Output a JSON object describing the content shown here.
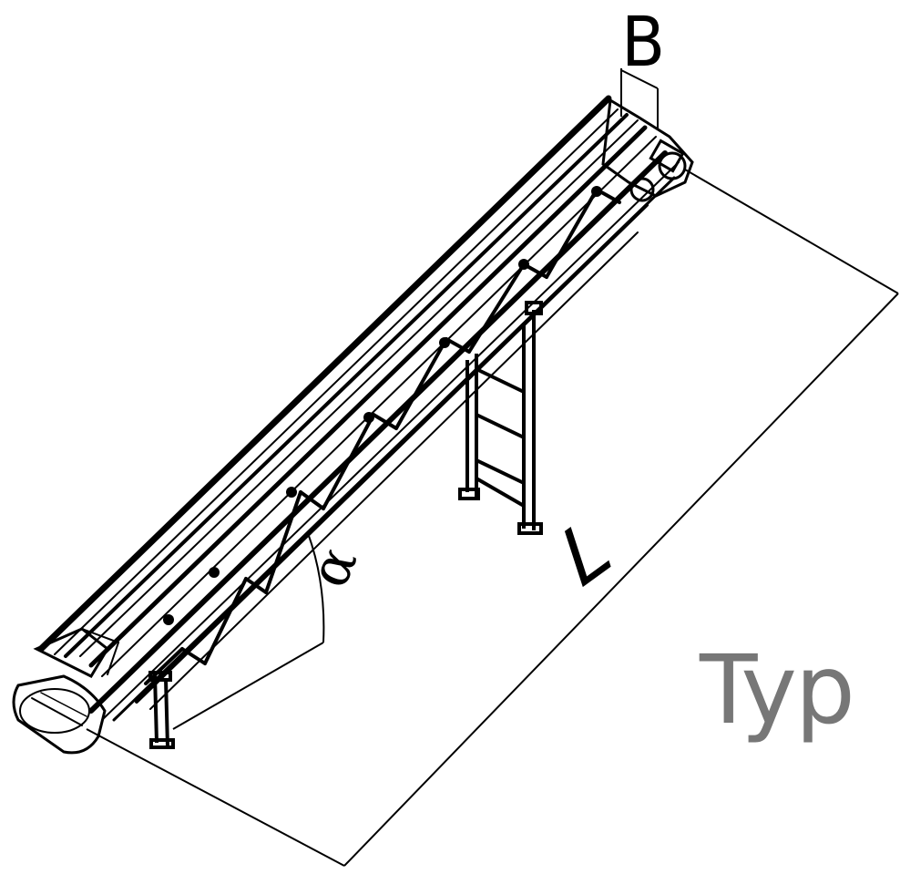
{
  "labels": {
    "width": "B",
    "length": "L",
    "angle": "α",
    "type": "Typ"
  },
  "colors": {
    "line": "#000000",
    "type_text": "#777777",
    "background": "#ffffff"
  }
}
